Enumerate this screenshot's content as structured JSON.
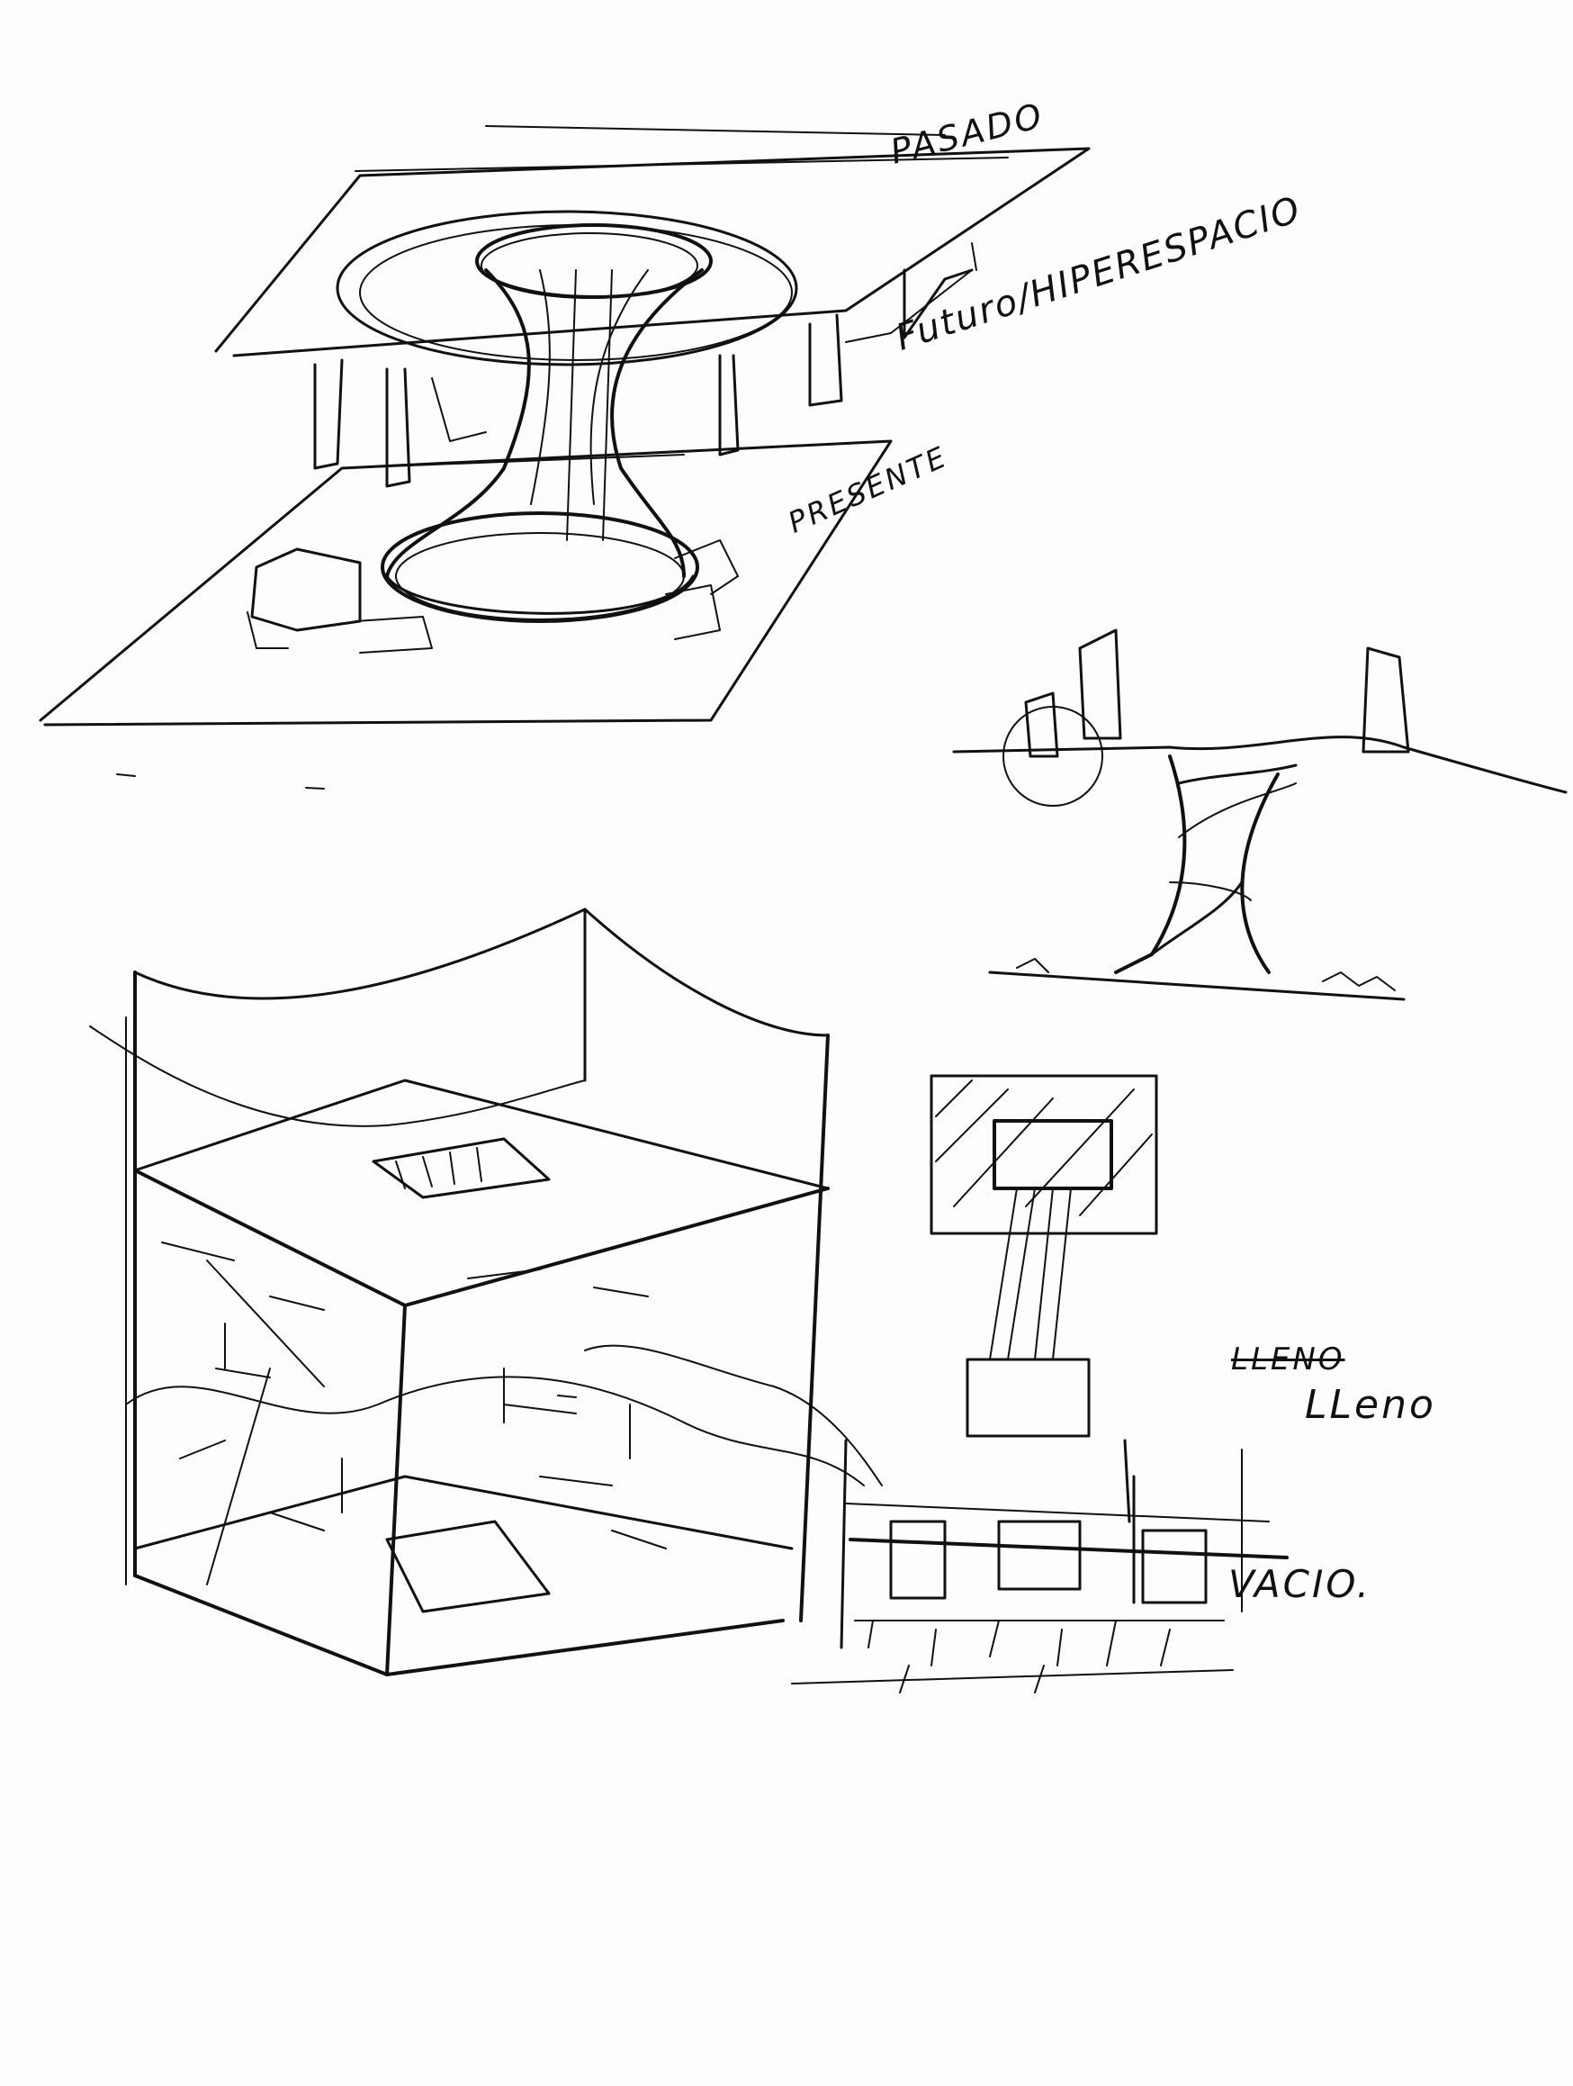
{
  "labels": {
    "pasado": "PASADO",
    "futuro": "Futuro/HIPERESPACIO",
    "presente": "PRESENTE",
    "lleno_struck": "LLENO",
    "lleno": "LLeno",
    "vacio": "VACIO."
  }
}
